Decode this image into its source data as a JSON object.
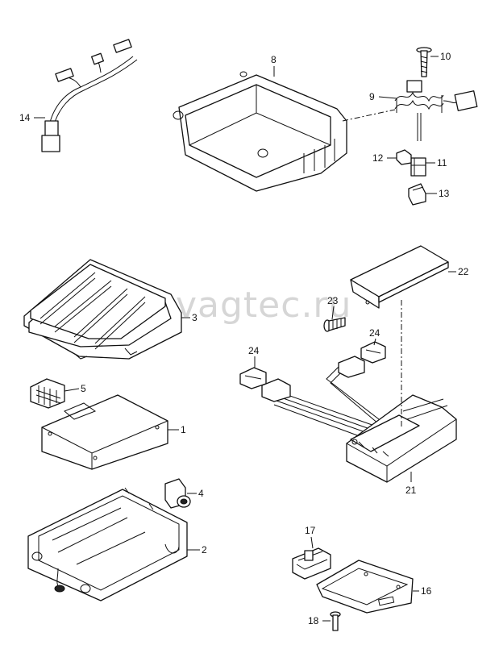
{
  "watermark": "vagtec.ru",
  "callouts": {
    "p1": "1",
    "p2": "2",
    "p3": "3",
    "p4": "4",
    "p5": "5",
    "p8": "8",
    "p9": "9",
    "p10": "10",
    "p11": "11",
    "p12": "12",
    "p13": "13",
    "p14": "14",
    "p16": "16",
    "p17": "17",
    "p18": "18",
    "p21": "21",
    "p22": "22",
    "p23": "23",
    "p24a": "24",
    "p24b": "24"
  }
}
